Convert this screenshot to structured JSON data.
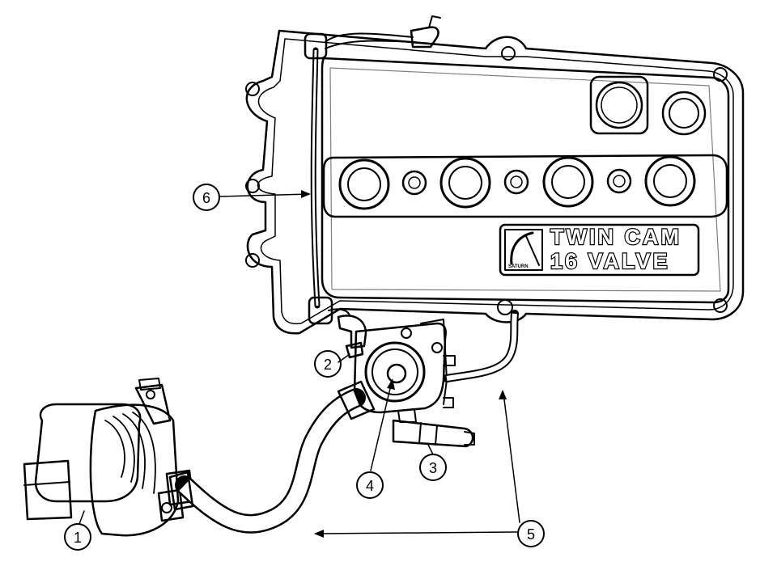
{
  "cover_logo": {
    "line1": "TWIN CAM",
    "line2": "16 VALVE",
    "brand": "SATURN"
  },
  "callouts": [
    {
      "id": "1",
      "label": "1"
    },
    {
      "id": "2",
      "label": "2"
    },
    {
      "id": "3",
      "label": "3"
    },
    {
      "id": "4",
      "label": "4"
    },
    {
      "id": "5",
      "label": "5"
    },
    {
      "id": "6",
      "label": "6"
    }
  ]
}
